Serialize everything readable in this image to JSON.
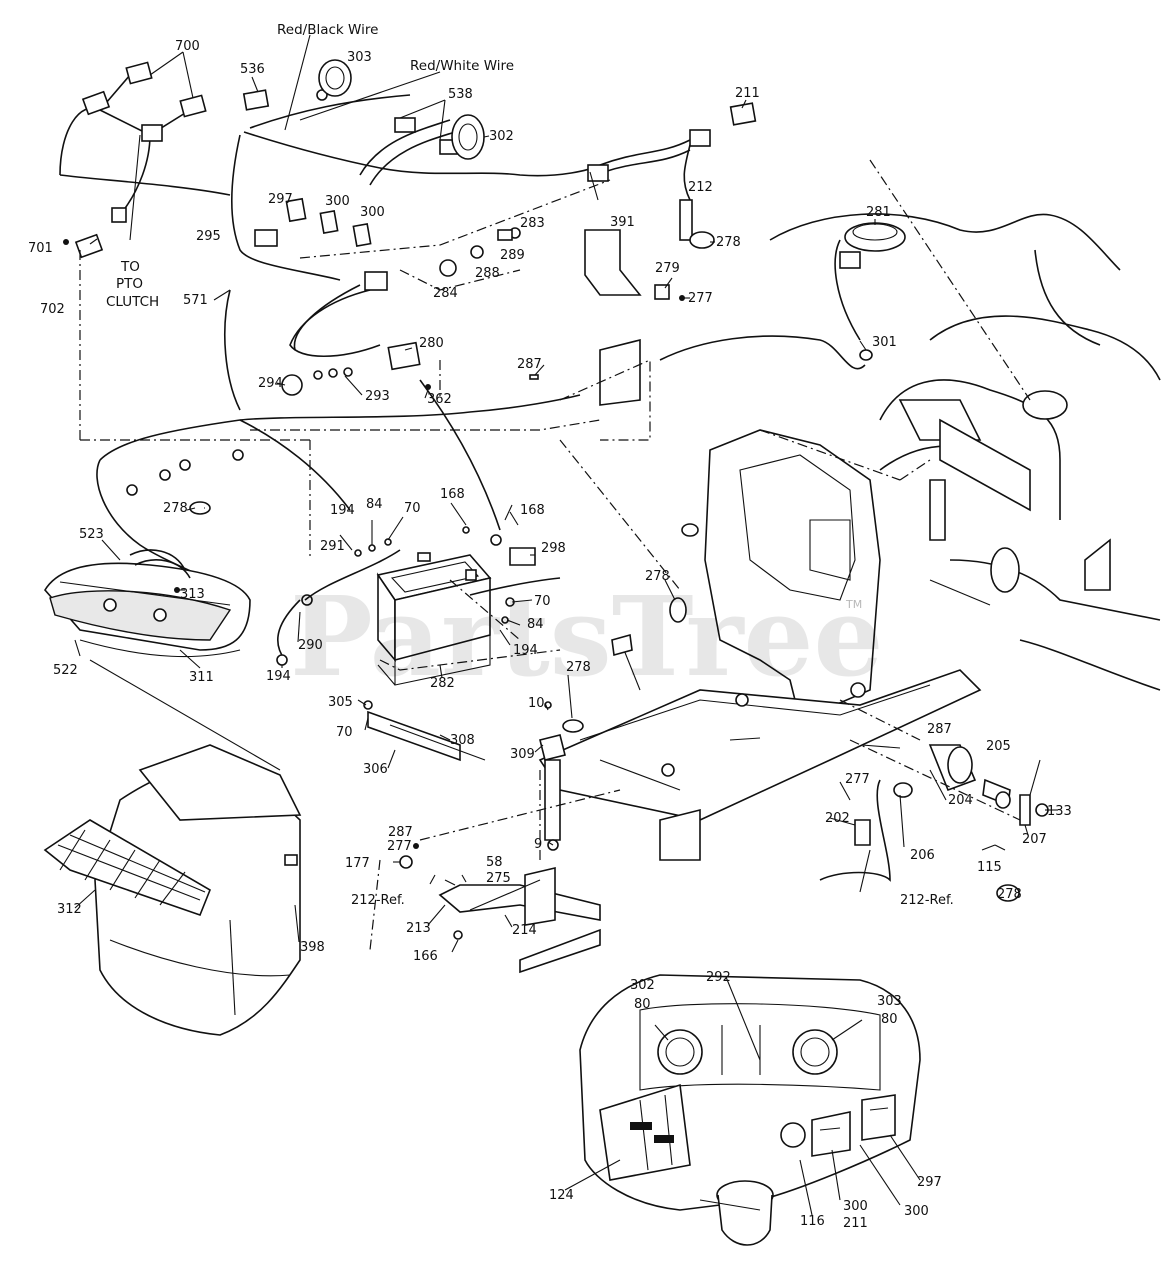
{
  "watermark": {
    "text": "PartsTree",
    "trademark": "TM"
  },
  "notes": {
    "red_black_wire": "Red/Black Wire",
    "red_white_wire": "Red/White Wire",
    "to": "TO",
    "pto": "PTO",
    "clutch": "CLUTCH",
    "ref_212_a": "212-Ref.",
    "ref_212_b": "212-Ref."
  },
  "callouts": [
    {
      "id": "c700",
      "text": "700"
    },
    {
      "id": "c536",
      "text": "536"
    },
    {
      "id": "c303a",
      "text": "303"
    },
    {
      "id": "c538",
      "text": "538"
    },
    {
      "id": "c302a",
      "text": "302"
    },
    {
      "id": "c211a",
      "text": "211"
    },
    {
      "id": "c212",
      "text": "212"
    },
    {
      "id": "c297a",
      "text": "297"
    },
    {
      "id": "c300a",
      "text": "300"
    },
    {
      "id": "c300b",
      "text": "300"
    },
    {
      "id": "c283",
      "text": "283"
    },
    {
      "id": "c289",
      "text": "289"
    },
    {
      "id": "c288",
      "text": "288"
    },
    {
      "id": "c284",
      "text": "284"
    },
    {
      "id": "c295",
      "text": "295"
    },
    {
      "id": "c701",
      "text": "701"
    },
    {
      "id": "c702",
      "text": "702"
    },
    {
      "id": "c571",
      "text": "571"
    },
    {
      "id": "c391",
      "text": "391"
    },
    {
      "id": "c279",
      "text": "279"
    },
    {
      "id": "c277a",
      "text": "277"
    },
    {
      "id": "c278a",
      "text": "278"
    },
    {
      "id": "c281",
      "text": "281"
    },
    {
      "id": "c301",
      "text": "301"
    },
    {
      "id": "c280",
      "text": "280"
    },
    {
      "id": "c294",
      "text": "294"
    },
    {
      "id": "c293",
      "text": "293"
    },
    {
      "id": "c362",
      "text": "362"
    },
    {
      "id": "c287a",
      "text": "287"
    },
    {
      "id": "c278b",
      "text": "278"
    },
    {
      "id": "c523",
      "text": "523"
    },
    {
      "id": "c313",
      "text": "313"
    },
    {
      "id": "c522",
      "text": "522"
    },
    {
      "id": "c311",
      "text": "311"
    },
    {
      "id": "c194a",
      "text": "194"
    },
    {
      "id": "c84a",
      "text": "84"
    },
    {
      "id": "c70a",
      "text": "70"
    },
    {
      "id": "c168a",
      "text": "168"
    },
    {
      "id": "c168b",
      "text": "168"
    },
    {
      "id": "c291",
      "text": "291"
    },
    {
      "id": "c298",
      "text": "298"
    },
    {
      "id": "c70b",
      "text": "70"
    },
    {
      "id": "c84b",
      "text": "84"
    },
    {
      "id": "c194b",
      "text": "194"
    },
    {
      "id": "c290",
      "text": "290"
    },
    {
      "id": "c194c",
      "text": "194"
    },
    {
      "id": "c282",
      "text": "282"
    },
    {
      "id": "c278c",
      "text": "278"
    },
    {
      "id": "c278d",
      "text": "278"
    },
    {
      "id": "c305",
      "text": "305"
    },
    {
      "id": "c70c",
      "text": "70"
    },
    {
      "id": "c308",
      "text": "308"
    },
    {
      "id": "c306",
      "text": "306"
    },
    {
      "id": "c10",
      "text": "10"
    },
    {
      "id": "c309",
      "text": "309"
    },
    {
      "id": "c9",
      "text": "9"
    },
    {
      "id": "c287b",
      "text": "287"
    },
    {
      "id": "c205",
      "text": "205"
    },
    {
      "id": "c277b",
      "text": "277"
    },
    {
      "id": "c202",
      "text": "202"
    },
    {
      "id": "c204",
      "text": "204"
    },
    {
      "id": "c133",
      "text": "133"
    },
    {
      "id": "c207",
      "text": "207"
    },
    {
      "id": "c206",
      "text": "206"
    },
    {
      "id": "c115",
      "text": "115"
    },
    {
      "id": "c278e",
      "text": "278"
    },
    {
      "id": "c287c",
      "text": "287"
    },
    {
      "id": "c277c",
      "text": "277"
    },
    {
      "id": "c177",
      "text": "177"
    },
    {
      "id": "c58",
      "text": "58"
    },
    {
      "id": "c275",
      "text": "275"
    },
    {
      "id": "c213",
      "text": "213"
    },
    {
      "id": "c214",
      "text": "214"
    },
    {
      "id": "c166",
      "text": "166"
    },
    {
      "id": "c312",
      "text": "312"
    },
    {
      "id": "c398",
      "text": "398"
    },
    {
      "id": "c292",
      "text": "292"
    },
    {
      "id": "c302b",
      "text": "302"
    },
    {
      "id": "c80a",
      "text": "80"
    },
    {
      "id": "c303b",
      "text": "303"
    },
    {
      "id": "c80b",
      "text": "80"
    },
    {
      "id": "c124",
      "text": "124"
    },
    {
      "id": "c116",
      "text": "116"
    },
    {
      "id": "c300c",
      "text": "300"
    },
    {
      "id": "c211b",
      "text": "211"
    },
    {
      "id": "c300d",
      "text": "300"
    },
    {
      "id": "c297b",
      "text": "297"
    }
  ]
}
